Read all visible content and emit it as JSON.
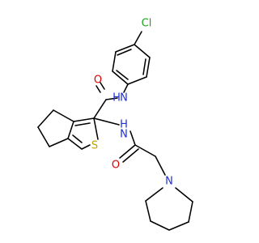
{
  "molecule": {
    "atoms": {
      "chlorine": "Cl",
      "amide_nh_top": "H",
      "amide_n_top": "N",
      "carbonyl_o_top": "O",
      "amide_nh_side": "H",
      "amide_n_side": "N",
      "thiophene_s": "S",
      "carbonyl_o_bottom": "O",
      "piperidine_n": "N"
    },
    "colors": {
      "bond": "#000000",
      "nitrogen": "#1f2fd1",
      "oxygen": "#e00000",
      "sulfur": "#c3a200",
      "chlorine": "#1aa31a",
      "background": "#ffffff"
    }
  }
}
